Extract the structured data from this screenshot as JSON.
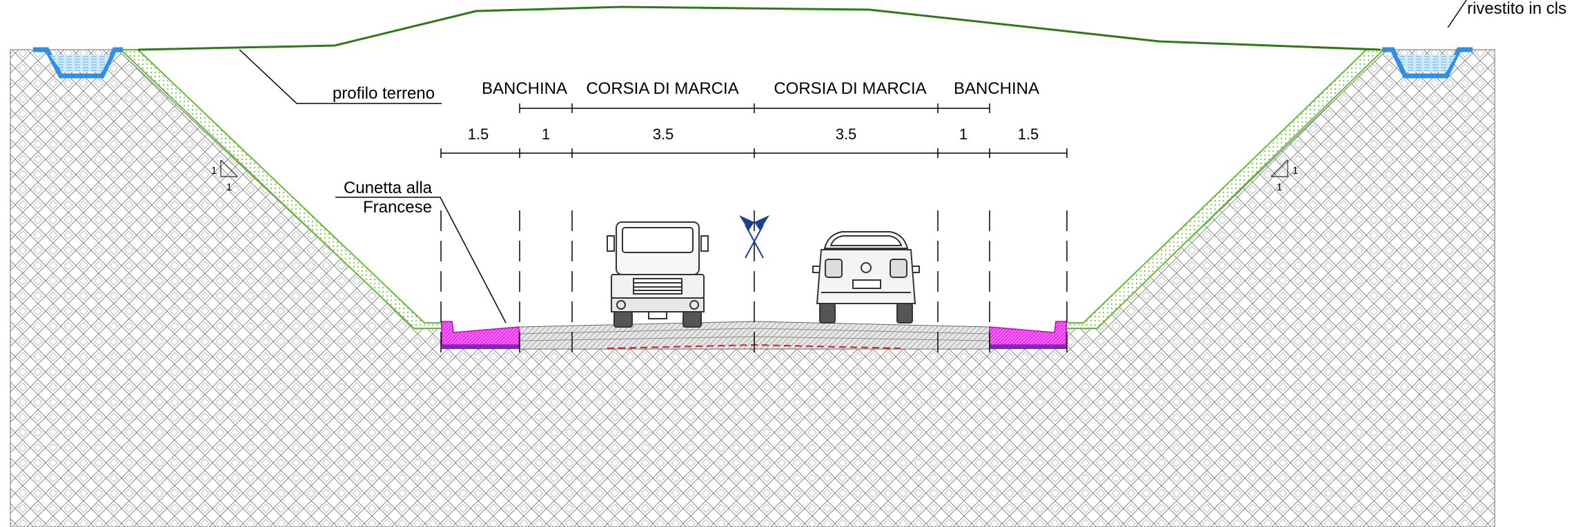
{
  "labels": {
    "terrain_profile": "profilo terreno",
    "lined_ditch": "rivestito in cls",
    "gutter_line1": "Cunetta alla",
    "gutter_line2": "Francese"
  },
  "sections": [
    {
      "name": "BANCHINA",
      "width": "1.5"
    },
    {
      "name": "",
      "width": "1"
    },
    {
      "name": "CORSIA DI MARCIA",
      "width": "3.5"
    },
    {
      "name": "CORSIA DI MARCIA",
      "width": "3.5"
    },
    {
      "name": "",
      "width": "1"
    },
    {
      "name": "BANCHINA",
      "width": "1.5"
    }
  ],
  "slope": {
    "rise": "1",
    "run": "1"
  },
  "colors": {
    "terrain": "#2d7a14",
    "slope_grass": "#66bb33",
    "ditch_water": "#2f8fe6",
    "gutter": "#ff33ff",
    "gutter_base": "#9933cc",
    "axis_marker": "#1a3f99",
    "pavement_dash": "#cc2222"
  },
  "icons": [
    "truck-front-icon",
    "car-rear-icon",
    "road-axis-icon"
  ]
}
